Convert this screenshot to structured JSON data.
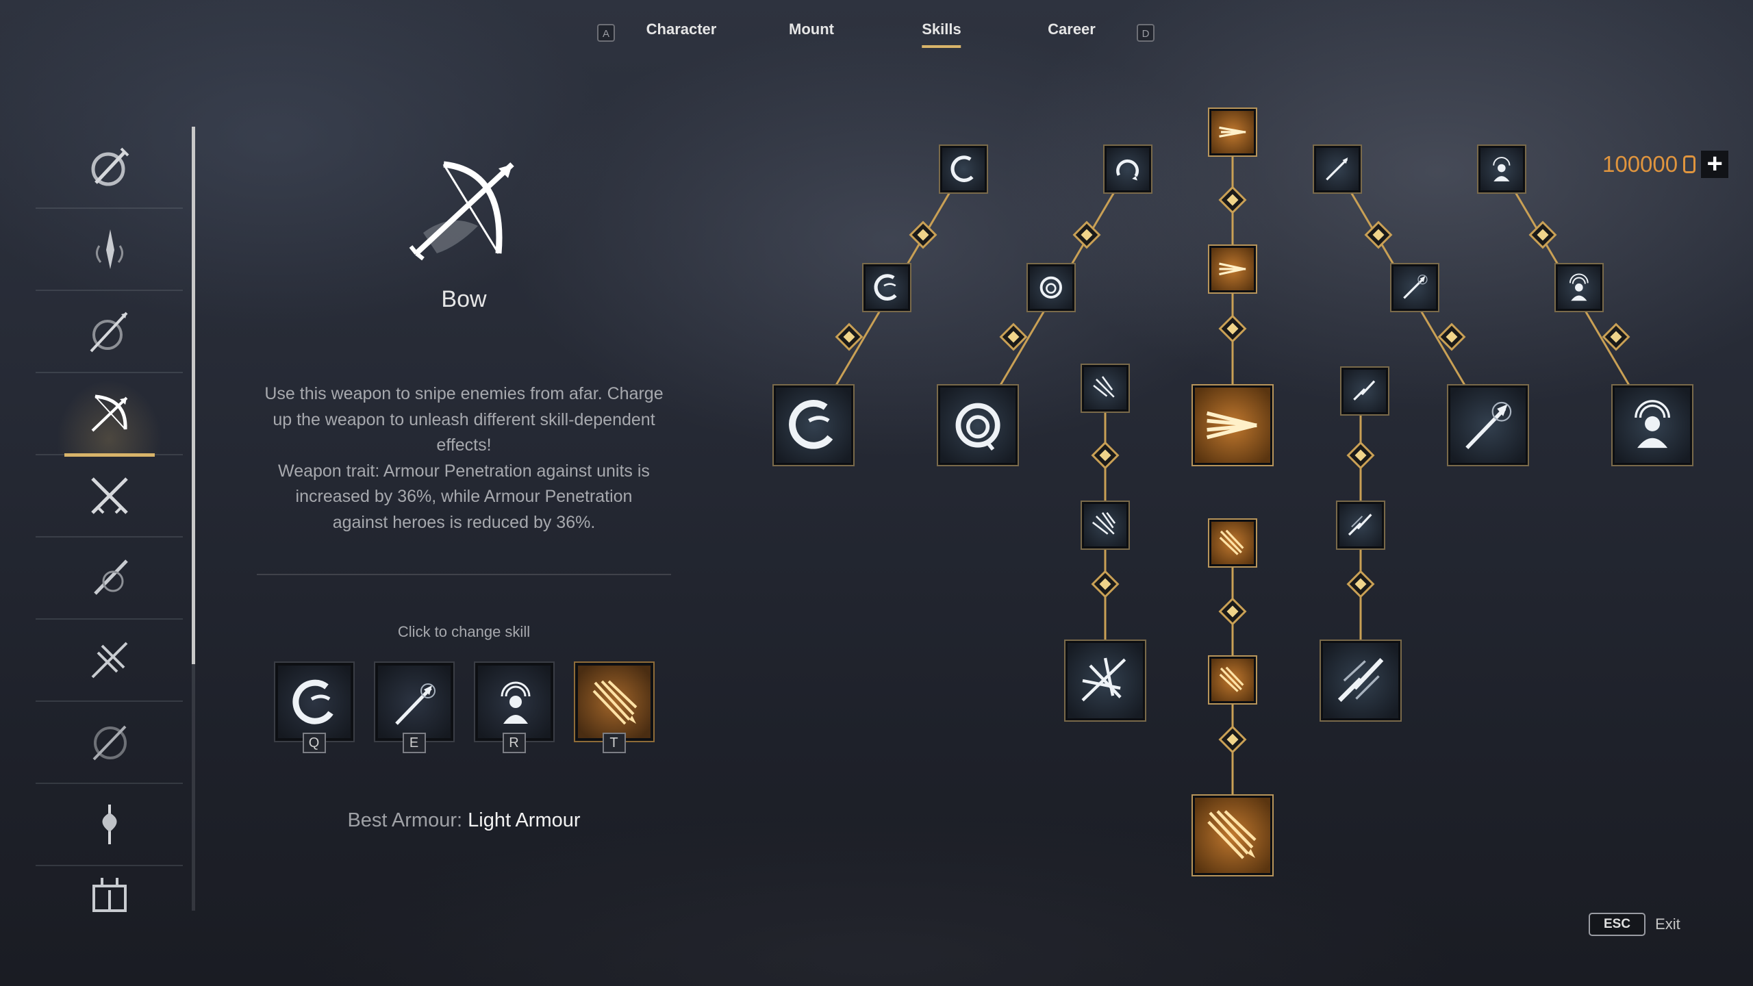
{
  "nav": {
    "prev_key": "A",
    "next_key": "D",
    "tabs": [
      {
        "label": "Character"
      },
      {
        "label": "Mount"
      },
      {
        "label": "Skills"
      },
      {
        "label": "Career"
      }
    ],
    "active_tab": "Skills"
  },
  "sidebar": {
    "items": [
      {
        "icon": "shield-sword-icon"
      },
      {
        "icon": "dagger-flame-icon"
      },
      {
        "icon": "spear-shield-icon"
      },
      {
        "icon": "bow-icon",
        "active": true
      },
      {
        "icon": "crossed-swords-icon"
      },
      {
        "icon": "sword-swirl-icon"
      },
      {
        "icon": "crossbow-icon"
      },
      {
        "icon": "glaive-icon"
      },
      {
        "icon": "axe-icon"
      },
      {
        "icon": "tower-icon"
      }
    ]
  },
  "weapon": {
    "icon": "bow-arrow-icon",
    "name": "Bow",
    "description_lines": [
      "Use this weapon to snipe enemies from afar. Charge",
      "up the weapon to unleash different skill-dependent",
      "effects!",
      "Weapon trait: Armour Penetration against units is",
      "increased by 36%, while Armour Penetration",
      "against heroes is reduced by 36%."
    ],
    "change_skill_label": "Click to change skill",
    "equipped": [
      {
        "key": "Q",
        "icon": "crescent-swirl-icon",
        "style": "dark"
      },
      {
        "key": "E",
        "icon": "spear-thrust-icon",
        "style": "dark"
      },
      {
        "key": "R",
        "icon": "hero-aura-icon",
        "style": "dark"
      },
      {
        "key": "T",
        "icon": "arrow-burst-icon",
        "style": "gold"
      }
    ],
    "best_armour_label": "Best Armour:",
    "best_armour_value": "Light Armour"
  },
  "currency": {
    "amount": "100000",
    "icon": "coin-icon",
    "add_icon": "plus-icon"
  },
  "exit": {
    "key": "ESC",
    "label": "Exit"
  },
  "colors": {
    "accent_gold": "#d8b46a",
    "currency_orange": "#e0953e"
  }
}
